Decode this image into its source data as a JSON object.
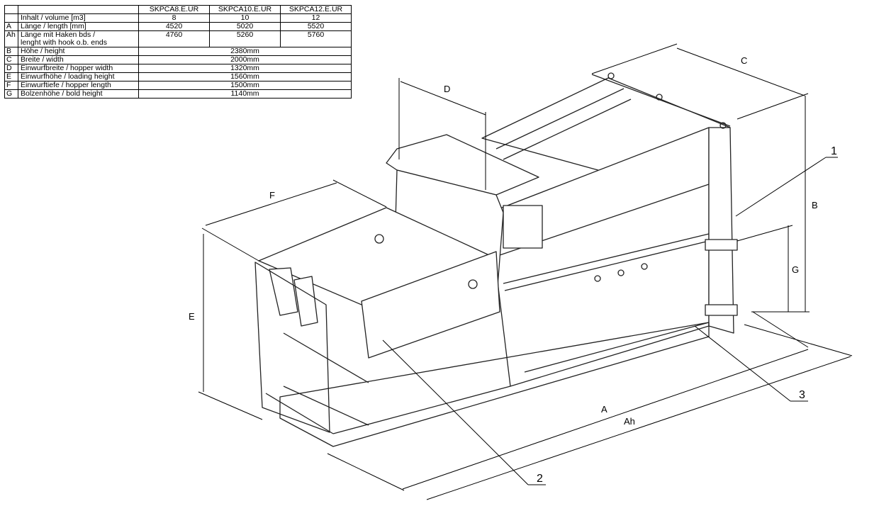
{
  "table": {
    "headers": [
      "",
      "",
      "SKPCA8.E.UR",
      "SKPCA10.E.UR",
      "SKPCA12.E.UR"
    ],
    "rows": [
      {
        "key": "",
        "label": "Inhalt / volume    [m3]",
        "values": [
          "8",
          "10",
          "12"
        ]
      },
      {
        "key": "A",
        "label": "Länge / length    [mm]",
        "values": [
          "4520",
          "5020",
          "5520"
        ]
      },
      {
        "key": "Ah",
        "label": "Länge mit Haken bds /",
        "label2": "lenght with hook o.b. ends",
        "values": [
          "4760",
          "5260",
          "5760"
        ]
      },
      {
        "key": "B",
        "label": "Höhe / height",
        "span": "2380mm"
      },
      {
        "key": "C",
        "label": "Breite / width",
        "span": "2000mm"
      },
      {
        "key": "D",
        "label": "Einwurfbreite / hopper width",
        "span": "1320mm"
      },
      {
        "key": "E",
        "label": "Einwurfhöhe / loading height",
        "span": "1560mm"
      },
      {
        "key": "F",
        "label": "Einwurftiefe / hopper length",
        "span": "1500mm"
      },
      {
        "key": "G",
        "label": "Bolzenhöhe / bold height",
        "span": "1140mm"
      }
    ]
  },
  "dimension_labels": {
    "A": "A",
    "Ah": "Ah",
    "B": "B",
    "C": "C",
    "D": "D",
    "E": "E",
    "F": "F",
    "G": "G"
  },
  "callouts": {
    "one": "1",
    "two": "2",
    "three": "3"
  }
}
